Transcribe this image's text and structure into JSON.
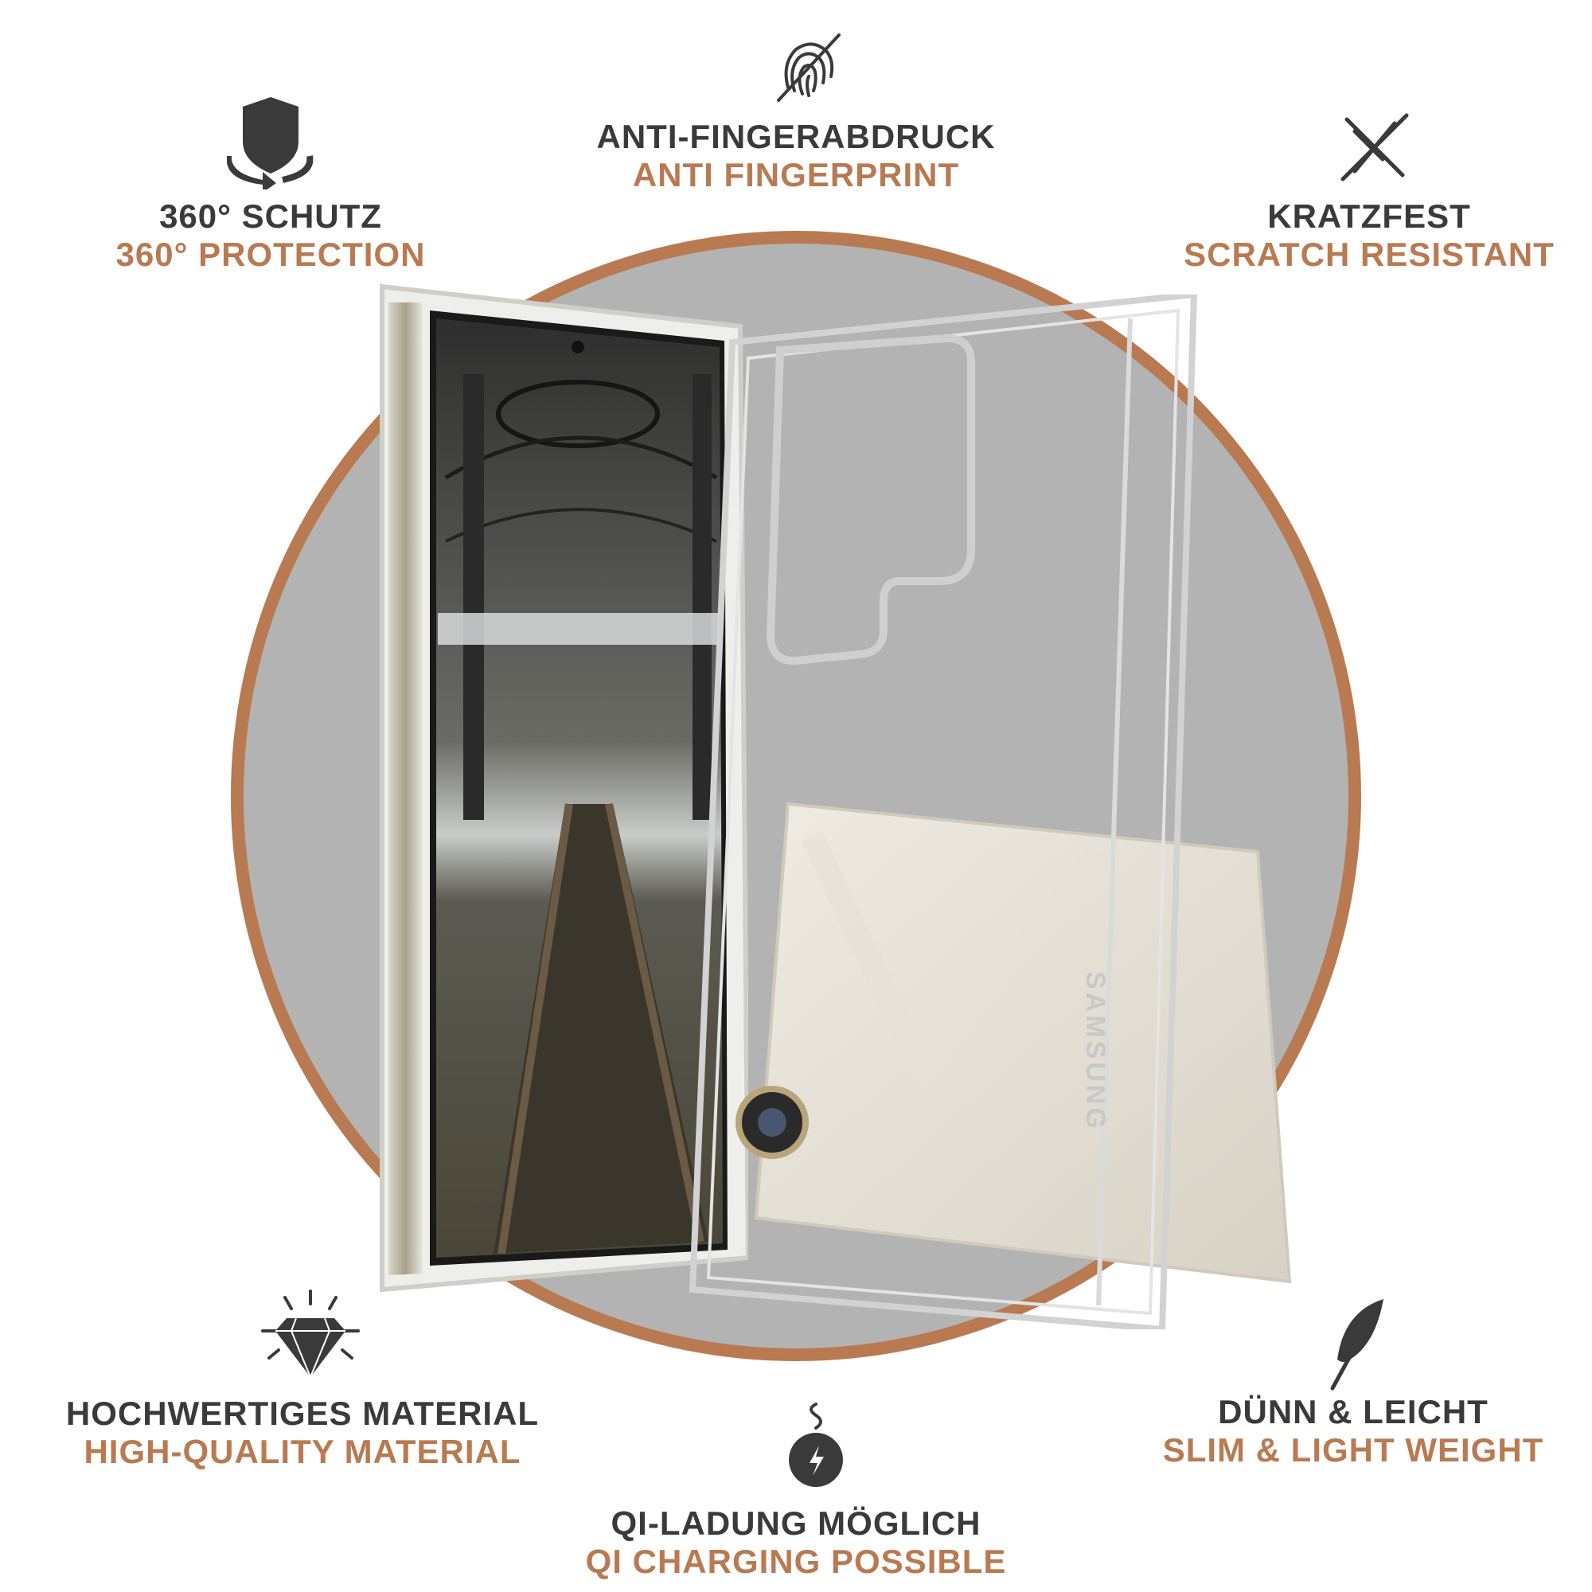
{
  "colors": {
    "accent": "#b97a52",
    "heading": "#3a3a3a",
    "circle_fill": "#b3b3b3",
    "circle_ring": "#b97a52",
    "background": "#ffffff"
  },
  "features": [
    {
      "id": "protection",
      "icon": "shield-rotate-icon",
      "de": "360° SCHUTZ",
      "en": "360° PROTECTION"
    },
    {
      "id": "fingerprint",
      "icon": "no-fingerprint-icon",
      "de": "ANTI-FINGERABDRUCK",
      "en": "ANTI FINGERPRINT"
    },
    {
      "id": "scratch",
      "icon": "scratch-icon",
      "de": "KRATZFEST",
      "en": "SCRATCH RESISTANT"
    },
    {
      "id": "material",
      "icon": "diamond-icon",
      "de": "HOCHWERTIGES MATERIAL",
      "en": "HIGH-QUALITY MATERIAL"
    },
    {
      "id": "charging",
      "icon": "wireless-charging-icon",
      "de": "QI-LADUNG MÖGLICH",
      "en": "QI CHARGING POSSIBLE"
    },
    {
      "id": "slim",
      "icon": "feather-icon",
      "de": "DÜNN & LEICHT",
      "en": "SLIM & LIGHT WEIGHT"
    }
  ],
  "product": {
    "brand_text": "SAMSUNG",
    "images": [
      "phone-front-in-case",
      "clear-case-back"
    ]
  }
}
